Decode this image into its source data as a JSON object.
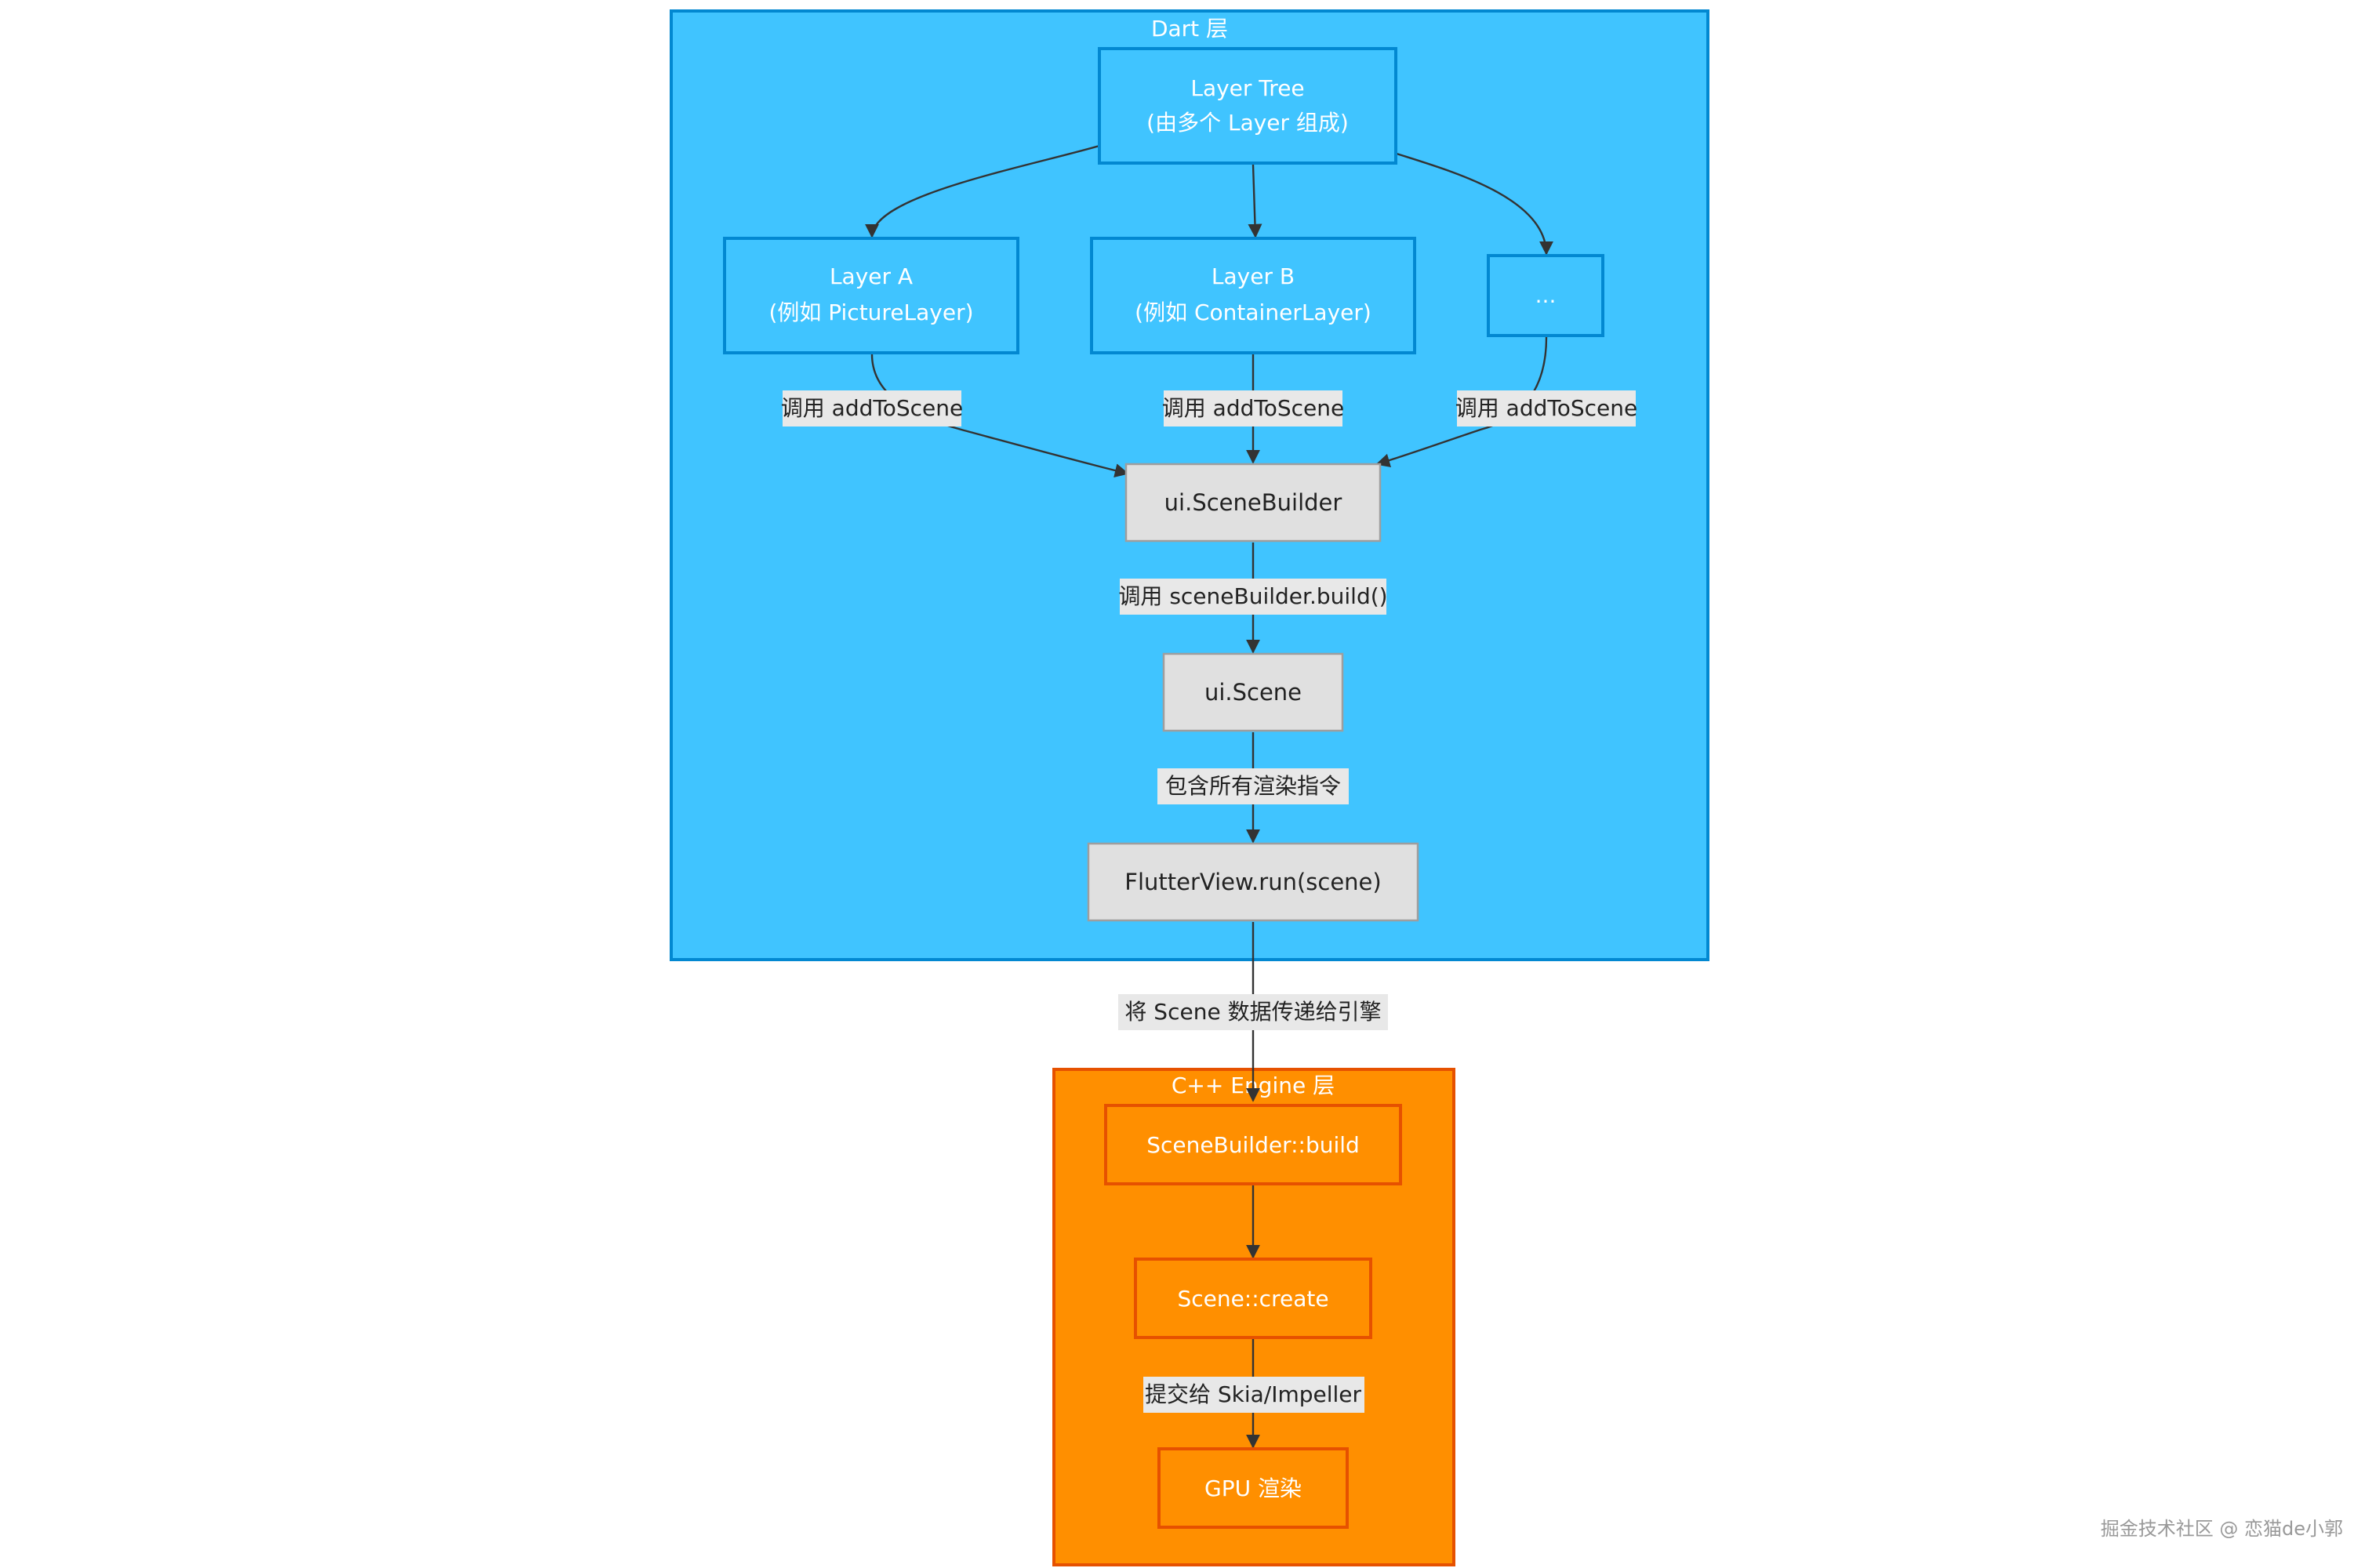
{
  "colors": {
    "dart_fill": "#40C4FF",
    "dart_stroke": "#0288D1",
    "engine_fill": "#FF8F00",
    "engine_stroke": "#E65100",
    "gray_fill": "#E0E0E0",
    "gray_stroke": "#9E9E9E",
    "edge": "#333333",
    "edge_label_bg": "#E8E8E8",
    "text_dark": "#222222",
    "text_light": "#FFFFFF",
    "watermark": "#999999"
  },
  "groups": {
    "dart": {
      "title": "Dart 层"
    },
    "engine": {
      "title": "C++ Engine 层"
    }
  },
  "nodes": {
    "layer_tree": {
      "line1": "Layer Tree",
      "line2": "(由多个 Layer 组成)"
    },
    "layer_a": {
      "line1": "Layer A",
      "line2": "(例如 PictureLayer)"
    },
    "layer_b": {
      "line1": "Layer B",
      "line2": "(例如 ContainerLayer)"
    },
    "etc": {
      "line1": "..."
    },
    "scene_builder": {
      "line1": "ui.SceneBuilder"
    },
    "scene": {
      "line1": "ui.Scene"
    },
    "flutter_view": {
      "line1": "FlutterView.run(scene)"
    },
    "cpp_build": {
      "line1": "SceneBuilder::build"
    },
    "cpp_create": {
      "line1": "Scene::create"
    },
    "gpu": {
      "line1": "GPU 渲染"
    }
  },
  "edges": {
    "a_to_builder": "调用 addToScene",
    "b_to_builder": "调用 addToScene",
    "etc_to_builder": "调用 addToScene",
    "builder_to_scene": "调用 sceneBuilder.build()",
    "scene_to_view": "包含所有渲染指令",
    "view_to_engine": "将 Scene 数据传递给引擎",
    "create_to_gpu": "提交给 Skia/Impeller"
  },
  "watermark": "掘金技术社区 @ 恋猫de小郭"
}
